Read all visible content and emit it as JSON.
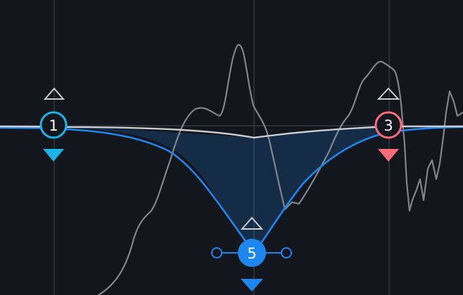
{
  "colors": {
    "background": "#13161c",
    "grid_line": "#3a3f47",
    "spectrum_line": "#80848b",
    "sum_curve": "#c9ccd1",
    "band_curve": "#1e86f0",
    "band_fill": "#1e86f0",
    "node1_accent": "#19b4e8",
    "node3_accent": "#ff6b78",
    "node5_accent": "#1e86f0"
  },
  "eq_nodes": [
    {
      "label": "1",
      "selected": false,
      "accent": "node1_accent",
      "up_icon": "triangle-up-icon",
      "down_icon": "triangle-down-icon"
    },
    {
      "label": "5",
      "selected": true,
      "accent": "node5_accent",
      "up_icon": "triangle-up-icon",
      "down_icon": "triangle-down-icon",
      "side_handles": [
        "q-left-handle",
        "q-right-handle"
      ]
    },
    {
      "label": "3",
      "selected": false,
      "accent": "node3_accent",
      "up_icon": "triangle-up-icon",
      "down_icon": "triangle-down-icon"
    }
  ]
}
